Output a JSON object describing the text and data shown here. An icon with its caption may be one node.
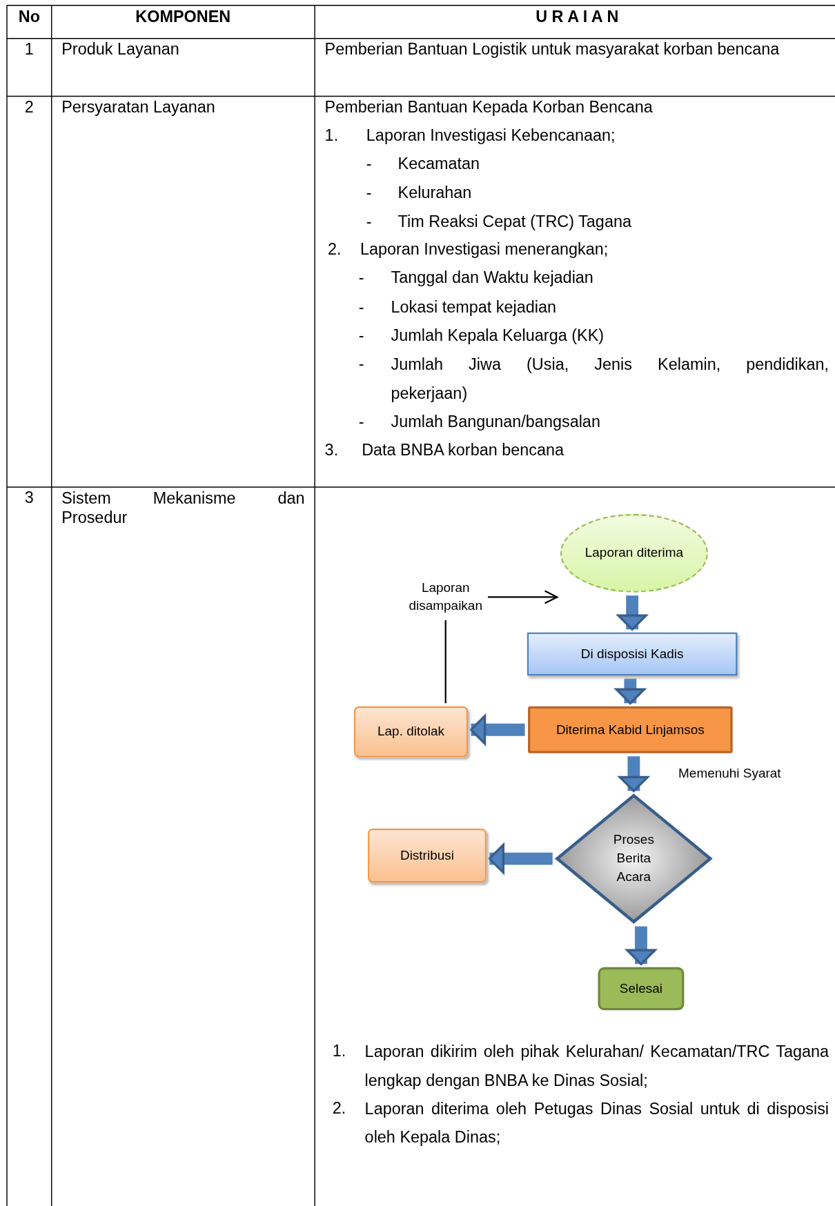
{
  "diagram": {
    "nodes": [
      {
        "text": [
          "Laporan disampaikan"
        ]
      },
      {
        "text": [
          "Laporan diterima"
        ]
      },
      {
        "text": [
          "Di disposisi Kadis"
        ]
      },
      {
        "text": [
          "Diterima Kabid Linjamsos"
        ]
      },
      {
        "text": [
          "Lap. ditolak"
        ]
      },
      {
        "text": [
          "Proses Berita Acara"
        ]
      },
      {
        "text": [
          "Distribusi"
        ]
      },
      {
        "text": [
          "Selesai"
        ]
      }
    ],
    "edges": [
      {
        "from": 0,
        "to": 1,
        "arrow": "to",
        "color": "#000000"
      },
      {
        "from": 4,
        "to": 0,
        "arrow": "none",
        "color": "#000000"
      },
      {
        "from": 1,
        "to": 2,
        "arrow": "to"
      },
      {
        "from": 2,
        "to": 3,
        "arrow": "to"
      },
      {
        "from": 3,
        "to": 4,
        "arrow": "to"
      },
      {
        "from": 3,
        "to": 5,
        "arrow": "to",
        "label": "Memenuhi Syarat"
      },
      {
        "from": 5,
        "to": 6,
        "arrow": "to"
      },
      {
        "from": 5,
        "to": 7,
        "arrow": "to"
      }
    ],
    "labels": [
      "No",
      "KOMPONEN",
      "U R A I A N",
      "1",
      "Produk Layanan",
      "Pemberian Bantuan Logistik untuk masyarakat korban bencana",
      "2",
      "Persyaratan Layanan",
      "Pemberian Bantuan Kepada Korban Bencana",
      "1.",
      "Laporan Investigasi Kebencanaan;",
      "-",
      "Kecamatan",
      "-",
      "Kelurahan",
      "-",
      "Tim Reaksi Cepat (TRC) Tagana",
      "2.",
      "Laporan Investigasi menerangkan;",
      "-",
      "Tanggal dan Waktu kejadian",
      "-",
      "Lokasi tempat kejadian",
      "-",
      "Jumlah Kepala Keluarga (KK)",
      "-",
      "Jumlah Jiwa (Usia, Jenis Kelamin, pendidikan, pekerjaan)",
      "-",
      "Jumlah Bangunan/bangsalan",
      "3.",
      "Data BNBA korban bencana",
      "3",
      "Sistem Mekanisme dan Prosedur",
      "1.",
      "Laporan dikirim oleh pihak Kelurahan/ Kecamatan/TRC Tagana lengkap dengan BNBA ke Dinas Sosial;",
      "2.",
      "Laporan diterima oleh Petugas Dinas Sosial untuk di disposisi oleh Kepala Dinas;"
    ]
  }
}
